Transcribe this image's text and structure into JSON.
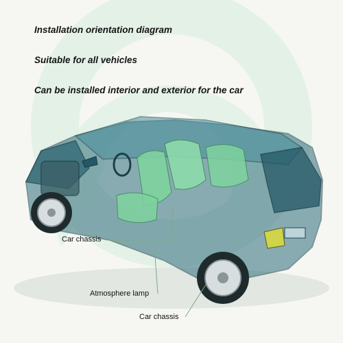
{
  "headlines": {
    "line1": "Installation orientation diagram",
    "line2": "Suitable for all vehicles",
    "line3": "Can be installed interior and exterior for the car"
  },
  "callouts": {
    "chassis_front": "Car chassis",
    "atmosphere_lamp": "Atmosphere lamp",
    "chassis_rear": "Car chassis"
  },
  "colors": {
    "background": "#f6f7f3",
    "ring": "#dcefe0",
    "car_body": "#2f6e7c",
    "seats": "#7fd3a0",
    "leader": "#7ea888"
  }
}
